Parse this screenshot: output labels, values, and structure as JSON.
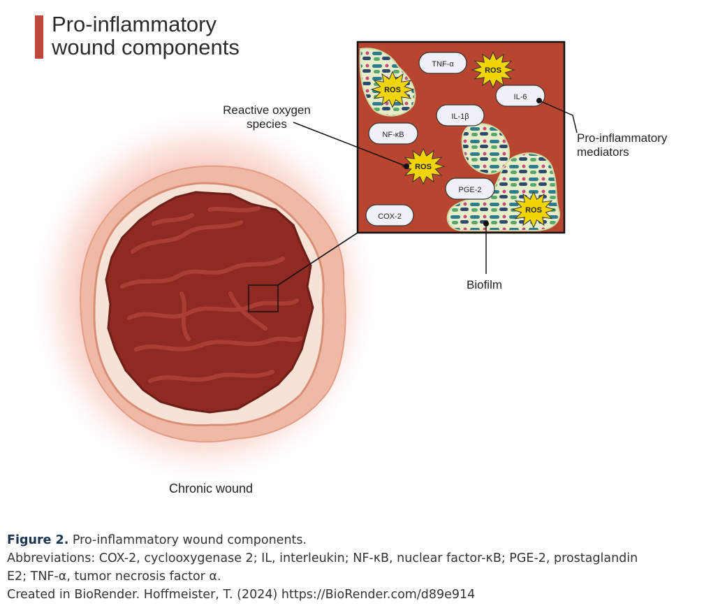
{
  "figure": {
    "title_line1": "Pro-inflammatory",
    "title_line2": "wound components",
    "labels": {
      "ros": "Reactive oxygen species",
      "ros_line1": "Reactive oxygen",
      "ros_line2": "species",
      "mediators_line1": "Pro-inflammatory",
      "mediators_line2": "mediators",
      "biofilm": "Biofilm",
      "wound": "Chronic wound"
    },
    "mediators": {
      "tnf": "TNF-α",
      "il6": "IL-6",
      "il1b": "IL-1β",
      "nfkb": "NF-κB",
      "pge2": "PGE-2",
      "cox2": "COX-2"
    },
    "ros_badge": "ROS",
    "colors": {
      "accent_bar": "#c24a3d",
      "inset_background": "#b8452f",
      "wound_core": "#8f2a22",
      "ros_star": "#f0d500"
    }
  },
  "caption": {
    "figure_label": "Figure 2.",
    "figure_title": " Pro-inflammatory wound components.",
    "abbrev_line1": "Abbreviations: COX-2, cyclooxygenase 2; IL, interleukin; NF-κB, nuclear factor-κB; PGE-2, prostaglandin",
    "abbrev_line2": "E2; TNF-α, tumor necrosis factor α.",
    "credit": "Created in BioRender. Hoffmeister, T. (2024) https://BioRender.com/d89e914"
  }
}
